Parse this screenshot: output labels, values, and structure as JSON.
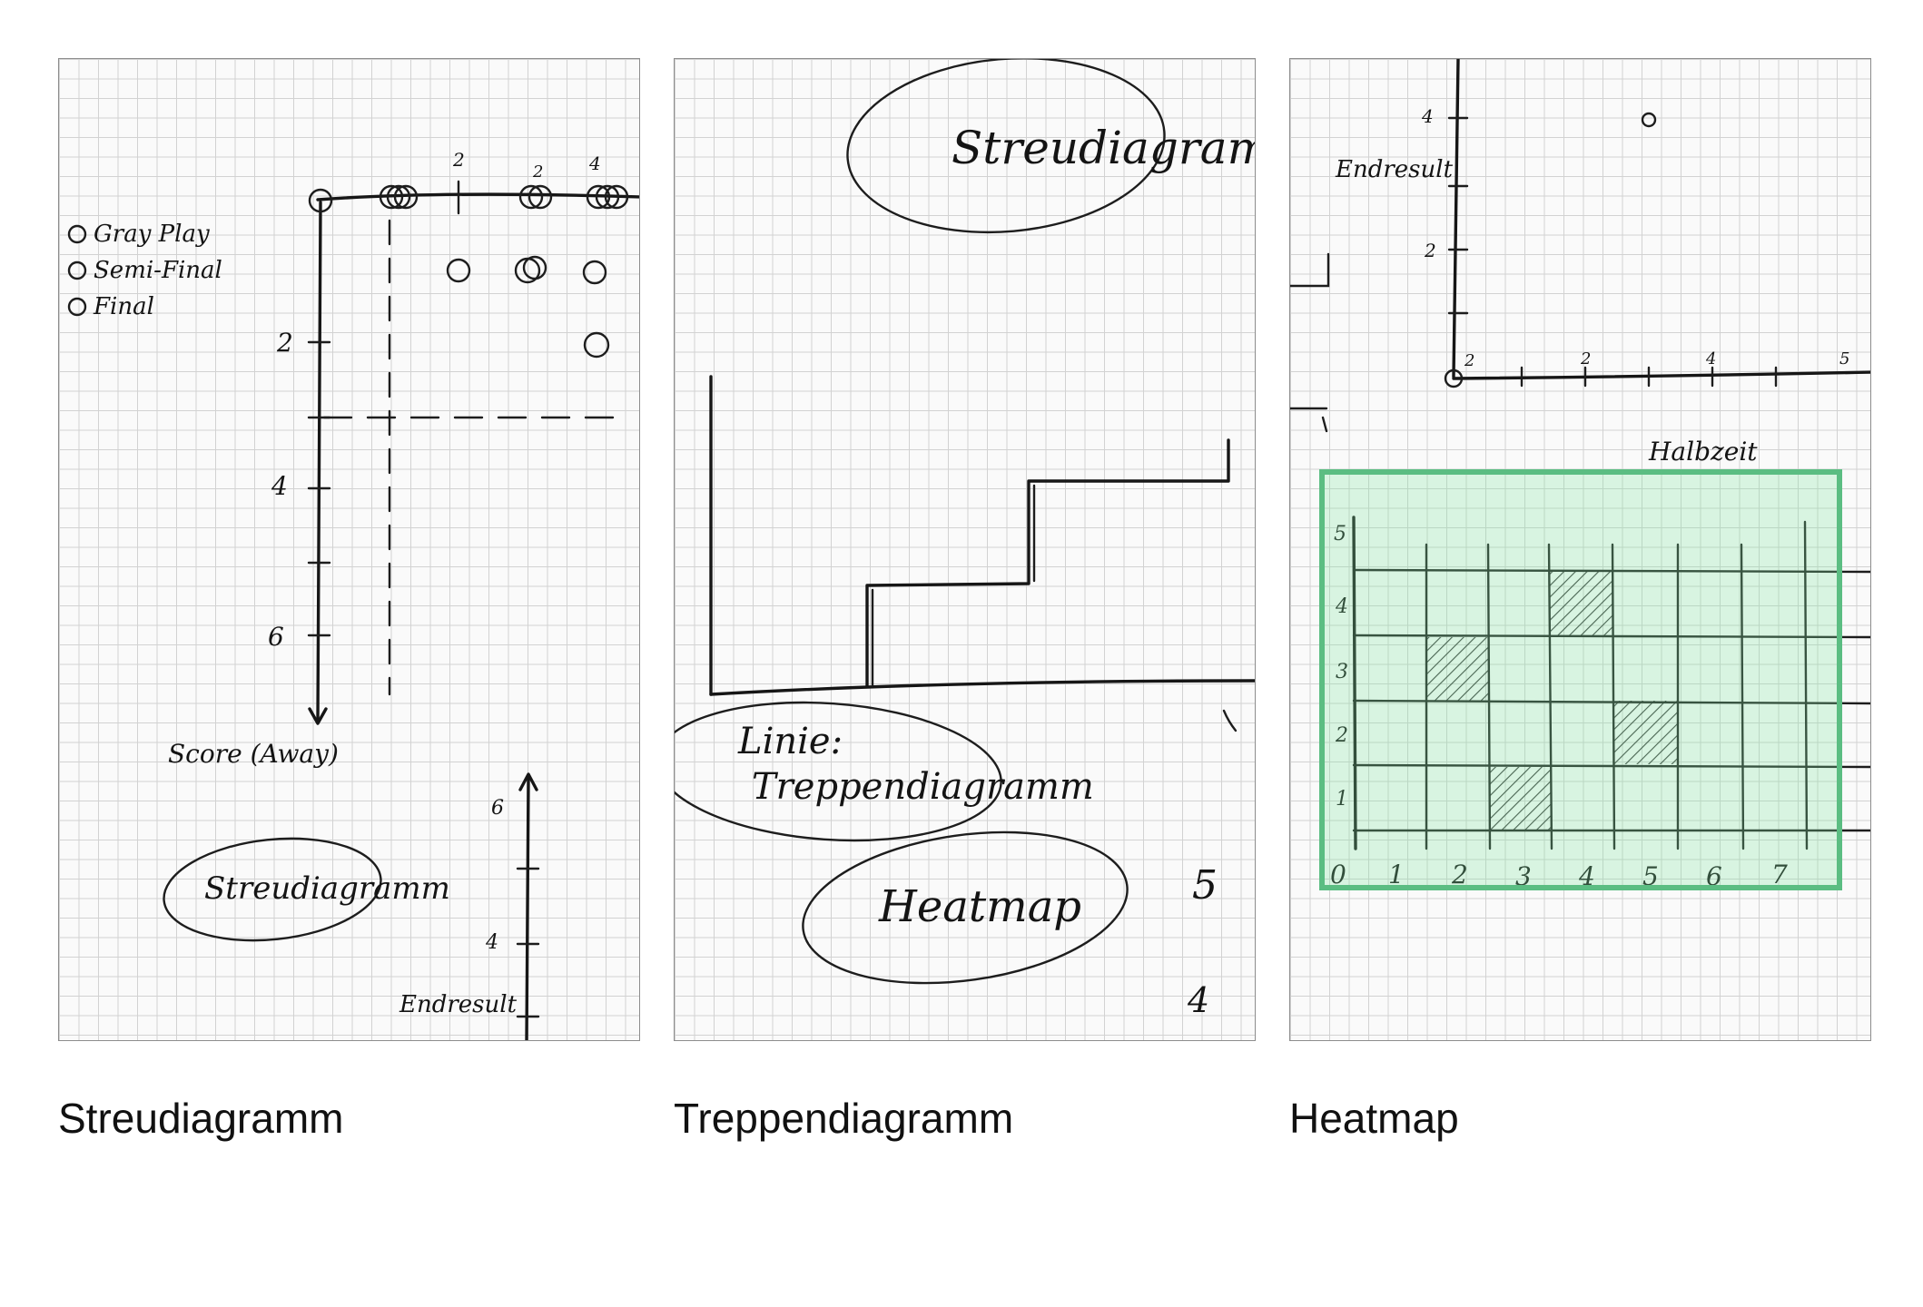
{
  "cards": [
    {
      "caption": "Streudiagramm",
      "sketch": {
        "legend": [
          "Gray Play",
          "Semi-Final",
          "Final"
        ],
        "bubble": "Streudiagramm",
        "y_axis_label": "Score (Away)",
        "y_ticks": [
          "2",
          "4",
          "6"
        ],
        "top_ticks": [
          "2",
          "2",
          "4"
        ],
        "mini_axis_ticks": [
          "6",
          "4"
        ],
        "mini_axis_label": "Endresult"
      }
    },
    {
      "caption": "Treppendiagramm",
      "sketch": {
        "bubble_top": "Streudiagramm",
        "bubble_mid_line1": "Linie:",
        "bubble_mid_line2": "Treppendiagramm",
        "bubble_bottom": "Heatmap",
        "side_numbers": [
          "5",
          "4"
        ]
      }
    },
    {
      "caption": "Heatmap",
      "sketch": {
        "y_axis_label": "Endresult",
        "y_ticks": [
          "4",
          "2"
        ],
        "x_ticks": [
          "2",
          "2",
          "4",
          "5"
        ],
        "x_axis_label": "Halbzeit",
        "grid_x_labels": [
          "0",
          "1",
          "2",
          "3",
          "4",
          "5",
          "6",
          "7"
        ],
        "grid_y_labels": [
          "5",
          "4",
          "3",
          "2",
          "1"
        ],
        "hatched_cells": [
          [
            4,
            4
          ],
          [
            2,
            3
          ],
          [
            5,
            2
          ],
          [
            3,
            1
          ]
        ],
        "highlight_color": "#5bbd82"
      }
    }
  ]
}
